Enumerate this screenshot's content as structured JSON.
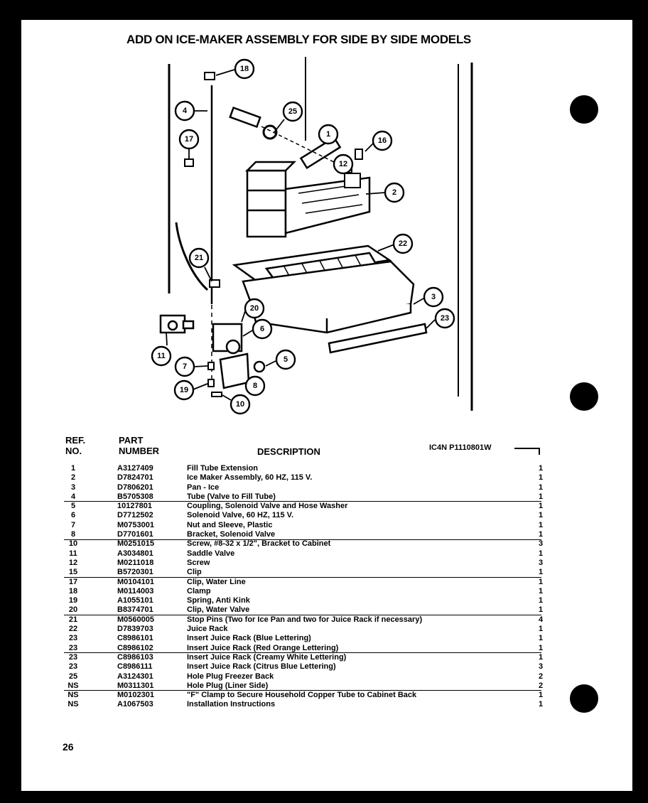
{
  "title": "ADD ON ICE-MAKER ASSEMBLY FOR SIDE BY SIDE MODELS",
  "diagram": {
    "callouts": [
      "18",
      "4",
      "25",
      "1",
      "16",
      "17",
      "12",
      "2",
      "22",
      "21",
      "3",
      "20",
      "23",
      "6",
      "11",
      "5",
      "7",
      "8",
      "19",
      "10"
    ]
  },
  "table": {
    "headers": {
      "ref_line1": "REF.",
      "ref_line2": "NO.",
      "part_line1": "PART",
      "part_line2": "NUMBER",
      "description": "DESCRIPTION"
    },
    "code": "IC4N  P1110801W",
    "rows": [
      {
        "ref": "1",
        "part": "A3127409",
        "desc": "Fill Tube Extension",
        "qty": "1"
      },
      {
        "ref": "2",
        "part": "D7824701",
        "desc": "Ice Maker Assembly, 60 HZ, 115 V.",
        "qty": "1"
      },
      {
        "ref": "3",
        "part": "D7806201",
        "desc": "Pan - Ice",
        "qty": "1"
      },
      {
        "ref": "4",
        "part": "B5705308",
        "desc": "Tube  (Valve to Fill Tube)",
        "qty": "1"
      },
      {
        "ref": "5",
        "part": "10127801",
        "desc": "Coupling, Solenoid Valve and Hose Washer",
        "qty": "1"
      },
      {
        "ref": "6",
        "part": "D7712502",
        "desc": "Solenoid Valve, 60 HZ, 115 V.",
        "qty": "1"
      },
      {
        "ref": "7",
        "part": "M0753001",
        "desc": "Nut and Sleeve, Plastic",
        "qty": "1"
      },
      {
        "ref": "8",
        "part": "D7701601",
        "desc": "Bracket, Solenoid Valve",
        "qty": "1"
      },
      {
        "ref": "10",
        "part": "M0251015",
        "desc": "Screw, #8-32 x 1/2\", Bracket to Cabinet",
        "qty": "3"
      },
      {
        "ref": "11",
        "part": "A3034801",
        "desc": "Saddle Valve",
        "qty": "1"
      },
      {
        "ref": "12",
        "part": "M0211018",
        "desc": "Screw",
        "qty": "3"
      },
      {
        "ref": "15",
        "part": "B5720301",
        "desc": "Clip",
        "qty": "1"
      },
      {
        "ref": "17",
        "part": "M0104101",
        "desc": "Clip, Water Line",
        "qty": "1"
      },
      {
        "ref": "18",
        "part": "M0114003",
        "desc": "Clamp",
        "qty": "1"
      },
      {
        "ref": "19",
        "part": "A1055101",
        "desc": "Spring, Anti Kink",
        "qty": "1"
      },
      {
        "ref": "20",
        "part": "B8374701",
        "desc": "Clip, Water Valve",
        "qty": "1"
      },
      {
        "ref": "21",
        "part": "M0560005",
        "desc": "Stop Pins  (Two for Ice Pan and two for Juice Rack if necessary)",
        "qty": "4"
      },
      {
        "ref": "22",
        "part": "D7839703",
        "desc": "Juice Rack",
        "qty": "1"
      },
      {
        "ref": "23",
        "part": "C8986101",
        "desc": "Insert Juice Rack  (Blue Lettering)",
        "qty": "1"
      },
      {
        "ref": "23",
        "part": "C8986102",
        "desc": "Insert Juice Rack  (Red Orange Lettering)",
        "qty": "1"
      },
      {
        "ref": "23",
        "part": "C8986103",
        "desc": "Insert Juice Rack  (Creamy White Lettering)",
        "qty": "1"
      },
      {
        "ref": "23",
        "part": "C8986111",
        "desc": "Insert Juice Rack  (Citrus Blue Lettering)",
        "qty": "3"
      },
      {
        "ref": "25",
        "part": "A3124301",
        "desc": "Hole Plug Freezer Back",
        "qty": "2"
      },
      {
        "ref": "NS",
        "part": "M0311301",
        "desc": "Hole Plug  (Liner Side)",
        "qty": "2"
      },
      {
        "ref": "NS",
        "part": "M0102301",
        "desc": "\"F\" Clamp to Secure Household Copper Tube to Cabinet Back",
        "qty": "1"
      },
      {
        "ref": "NS",
        "part": "A1067503",
        "desc": "Installation Instructions",
        "qty": "1"
      }
    ]
  },
  "page_number": "26"
}
